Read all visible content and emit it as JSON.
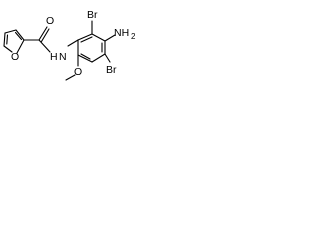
{
  "molecule": {
    "atom_labels": {
      "furan_oxygen": "O",
      "amide_oxygen": "O",
      "amide_nitrogen": "N",
      "amide_nitrogen_h": "H",
      "bromo_top": "Br",
      "bromo_bottom": "Br",
      "amino_nh": "NH",
      "amino_subscript": "2",
      "methoxy_oxygen": "O"
    }
  },
  "colors": {
    "bond": "#000000",
    "text": "#000000",
    "background": "#ffffff"
  }
}
